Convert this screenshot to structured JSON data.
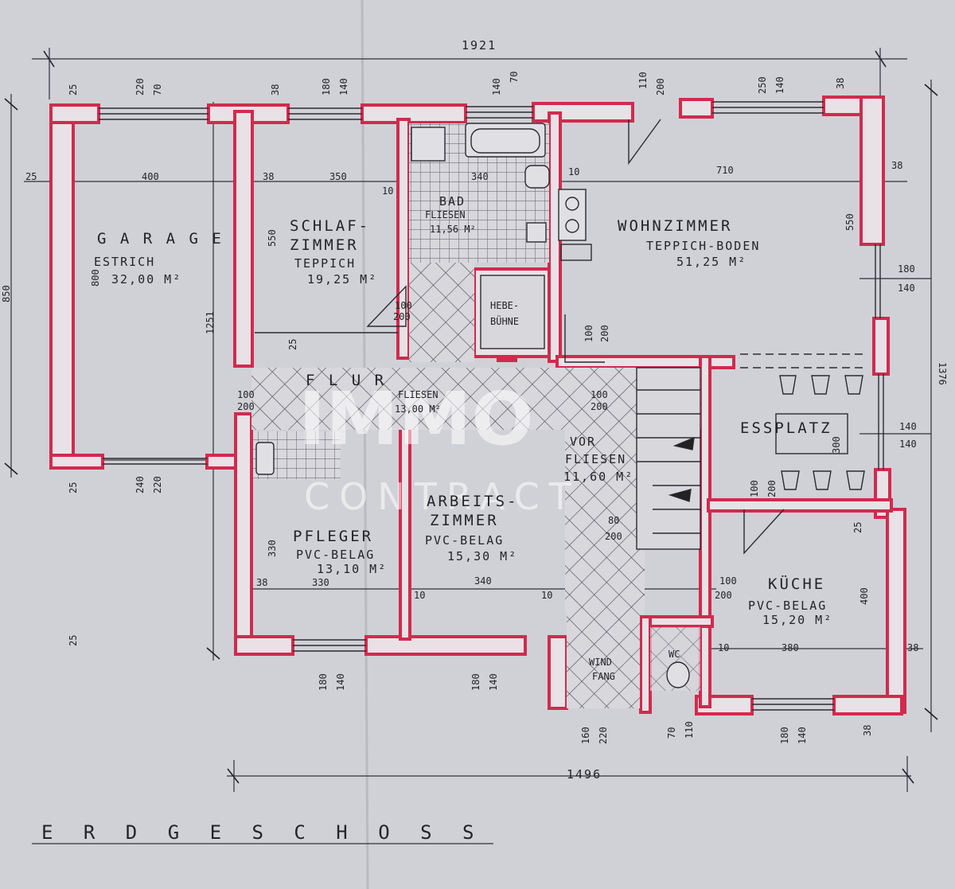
{
  "plan_title": "E R D G E S C H O S S",
  "watermark": {
    "logo": "IMMO",
    "sub": "CONTRACT"
  },
  "overall_dims": {
    "top": "1921",
    "bottom": "1496",
    "left": "850",
    "left_inner": "1251",
    "right": "1376"
  },
  "rooms": {
    "garage": {
      "name": "G A R A G E",
      "floor": "ESTRICH",
      "area": "32,00 M²"
    },
    "schlaf": {
      "name1": "SCHLAF-",
      "name2": "ZIMMER",
      "floor": "TEPPICH",
      "area": "19,25 M²"
    },
    "bad": {
      "name": "BAD",
      "floor": "FLIESEN",
      "area": "11,56 M²"
    },
    "wohn": {
      "name": "WOHNZIMMER",
      "floor": "TEPPICH-BODEN",
      "area": "51,25 M²"
    },
    "hebe": {
      "name1": "HEBE-",
      "name2": "BÜHNE"
    },
    "flur": {
      "name": "F L U R",
      "floor": "FLIESEN",
      "area": "13,00 M²"
    },
    "vor": {
      "name": "VOR",
      "floor": "FLIESEN",
      "area": "11,60 M²"
    },
    "essplatz": {
      "name": "ESSPLATZ"
    },
    "pfleger": {
      "name": "PFLEGER",
      "floor": "PVC-BELAG",
      "area": "13,10 M²"
    },
    "arbeits": {
      "name1": "ARBEITS-",
      "name2": "ZIMMER",
      "floor": "PVC-BELAG",
      "area": "15,30 M²"
    },
    "kueche": {
      "name": "KÜCHE",
      "floor": "PVC-BELAG",
      "area": "15,20 M²"
    },
    "wc": {
      "name": "WC"
    },
    "windfang": {
      "name1": "WIND",
      "name2": "FANG"
    }
  },
  "dims": {
    "d25a": "25",
    "d220a": "220",
    "d70a": "70",
    "d38a": "38",
    "d180a": "180",
    "d140a": "140",
    "d140b": "140",
    "d70b": "70",
    "d110a": "110",
    "d200a": "200",
    "d250a": "250",
    "d140c": "140",
    "d38b": "38",
    "d25b": "25",
    "d400": "400",
    "d38c": "38",
    "d350": "350",
    "d340a": "340",
    "d10a": "10",
    "d710": "710",
    "d38d": "38",
    "d10b": "10",
    "d550a": "550",
    "d550b": "550",
    "d800": "800",
    "d180b": "180",
    "d140d": "140",
    "d100a": "100",
    "d200b": "200",
    "d100b": "100",
    "d200c": "200",
    "d25c": "25",
    "d100c": "100",
    "d200d": "200",
    "d100d": "100",
    "d200e": "200",
    "d300": "300",
    "d140e": "140",
    "d140f": "140",
    "d25d": "25",
    "d240": "240",
    "d220b": "220",
    "d100e": "100",
    "d200f": "200",
    "d330a": "330",
    "d38e": "38",
    "d330b": "330",
    "d340b": "340",
    "d10c": "10",
    "d10d": "10",
    "d80": "80",
    "d200g": "200",
    "d100f": "100",
    "d200h": "200",
    "d25e": "25",
    "d400b": "400",
    "d10e": "10",
    "d380": "380",
    "d38f": "38",
    "d38g": "38",
    "d180c": "180",
    "d140g": "140",
    "d180d": "180",
    "d140h": "140",
    "d160": "160",
    "d220c": "220",
    "d70c": "70",
    "d110b": "110",
    "d180e": "180",
    "d140i": "140",
    "d25f": "25"
  }
}
